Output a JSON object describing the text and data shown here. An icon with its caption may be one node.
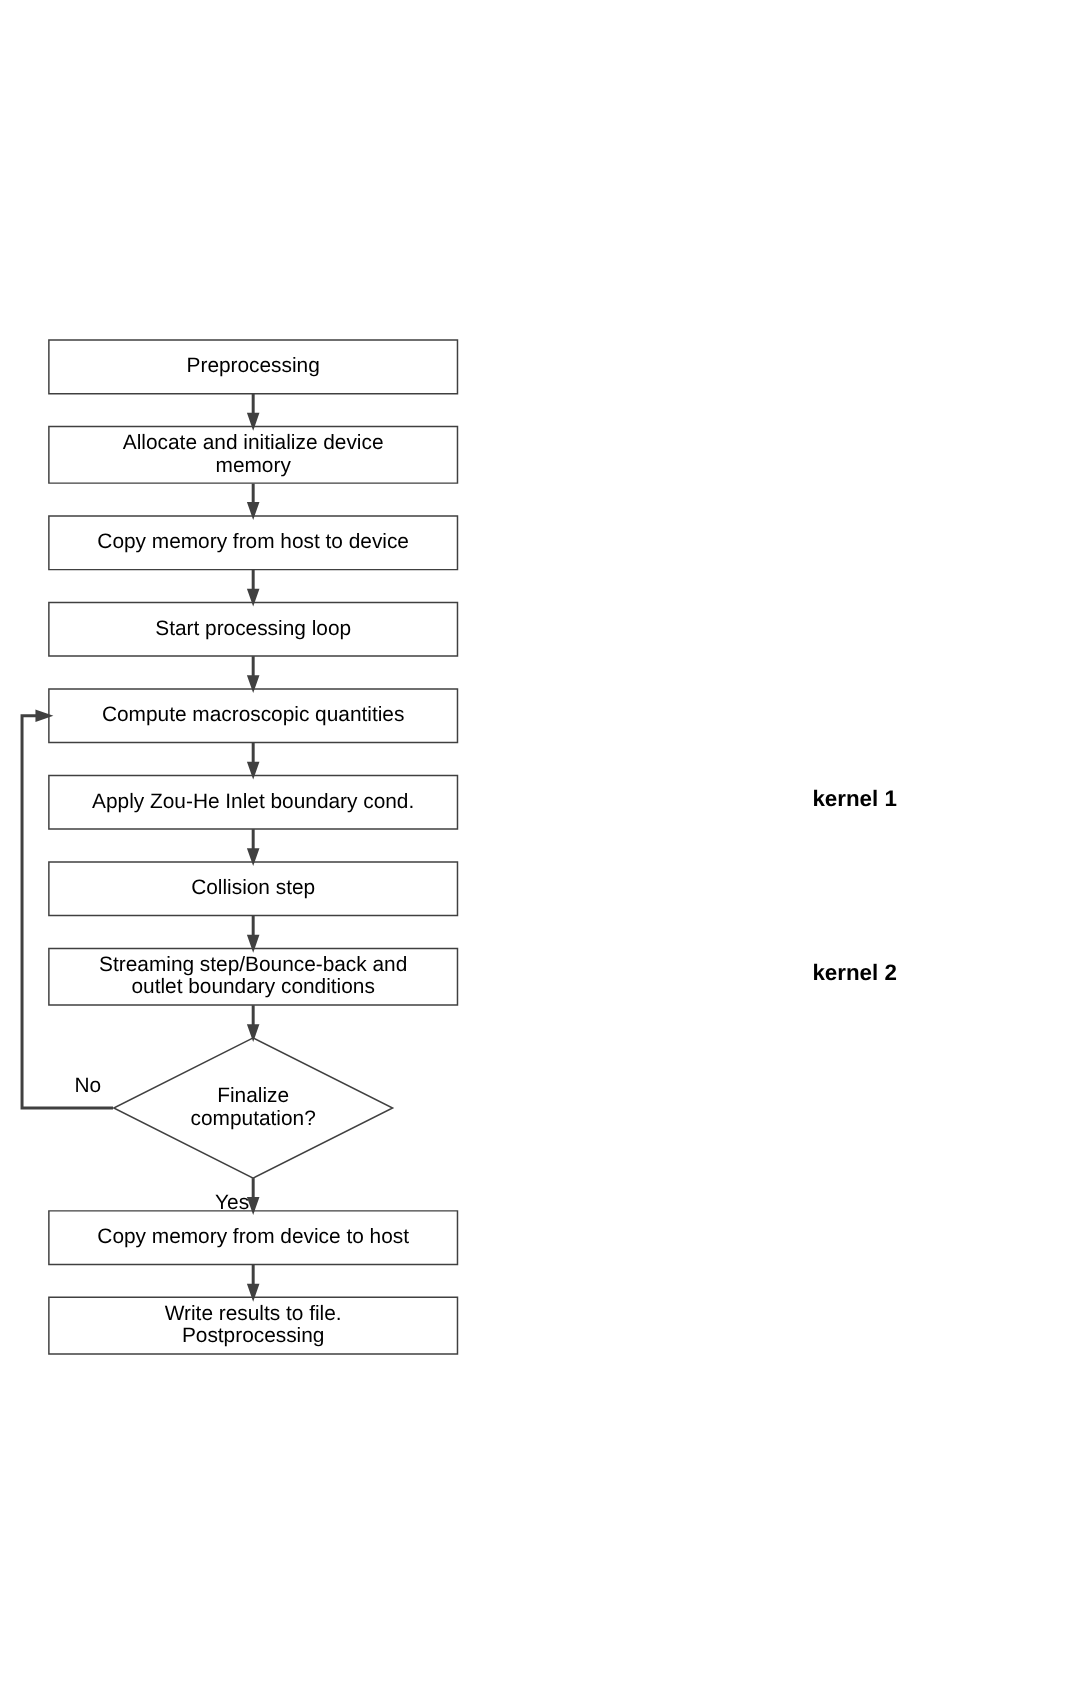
{
  "diagram": {
    "nodes": [
      {
        "text": [
          "Preprocessing"
        ]
      },
      {
        "text": [
          "Allocate and initialize device memory"
        ]
      },
      {
        "text": [
          "Copy memory from host to device"
        ]
      },
      {
        "text": [
          "Start processing loop"
        ]
      },
      {
        "text": [
          "Compute macroscopic quantities"
        ]
      },
      {
        "text": [
          "Apply Zou-He Inlet boundary cond."
        ]
      },
      {
        "text": [
          "Collision step"
        ]
      },
      {
        "text": [
          "Streaming step/Bounce-back and outlet boundary conditions"
        ]
      },
      {
        "text": [
          "Finalize computation?"
        ]
      },
      {
        "text": [
          "Copy memory from device to host"
        ]
      },
      {
        "text": [
          "Write results to file. Postprocessing"
        ]
      }
    ],
    "edges": [
      {
        "from": 0,
        "to": 1,
        "arrow": "to"
      },
      {
        "from": 1,
        "to": 2,
        "arrow": "to"
      },
      {
        "from": 2,
        "to": 3,
        "arrow": "to"
      },
      {
        "from": 3,
        "to": 4,
        "arrow": "to"
      },
      {
        "from": 4,
        "to": 5,
        "arrow": "to"
      },
      {
        "from": 5,
        "to": 6,
        "arrow": "to"
      },
      {
        "from": 6,
        "to": 7,
        "arrow": "to"
      },
      {
        "from": 7,
        "to": 8,
        "arrow": "to"
      },
      {
        "from": 8,
        "to": 4,
        "arrow": "to",
        "label": "No"
      },
      {
        "from": 8,
        "to": 9,
        "arrow": "to",
        "label": "Yes"
      },
      {
        "from": 9,
        "to": 10,
        "arrow": "to"
      }
    ],
    "labels": [
      "kernel 1",
      "kernel 2"
    ]
  }
}
